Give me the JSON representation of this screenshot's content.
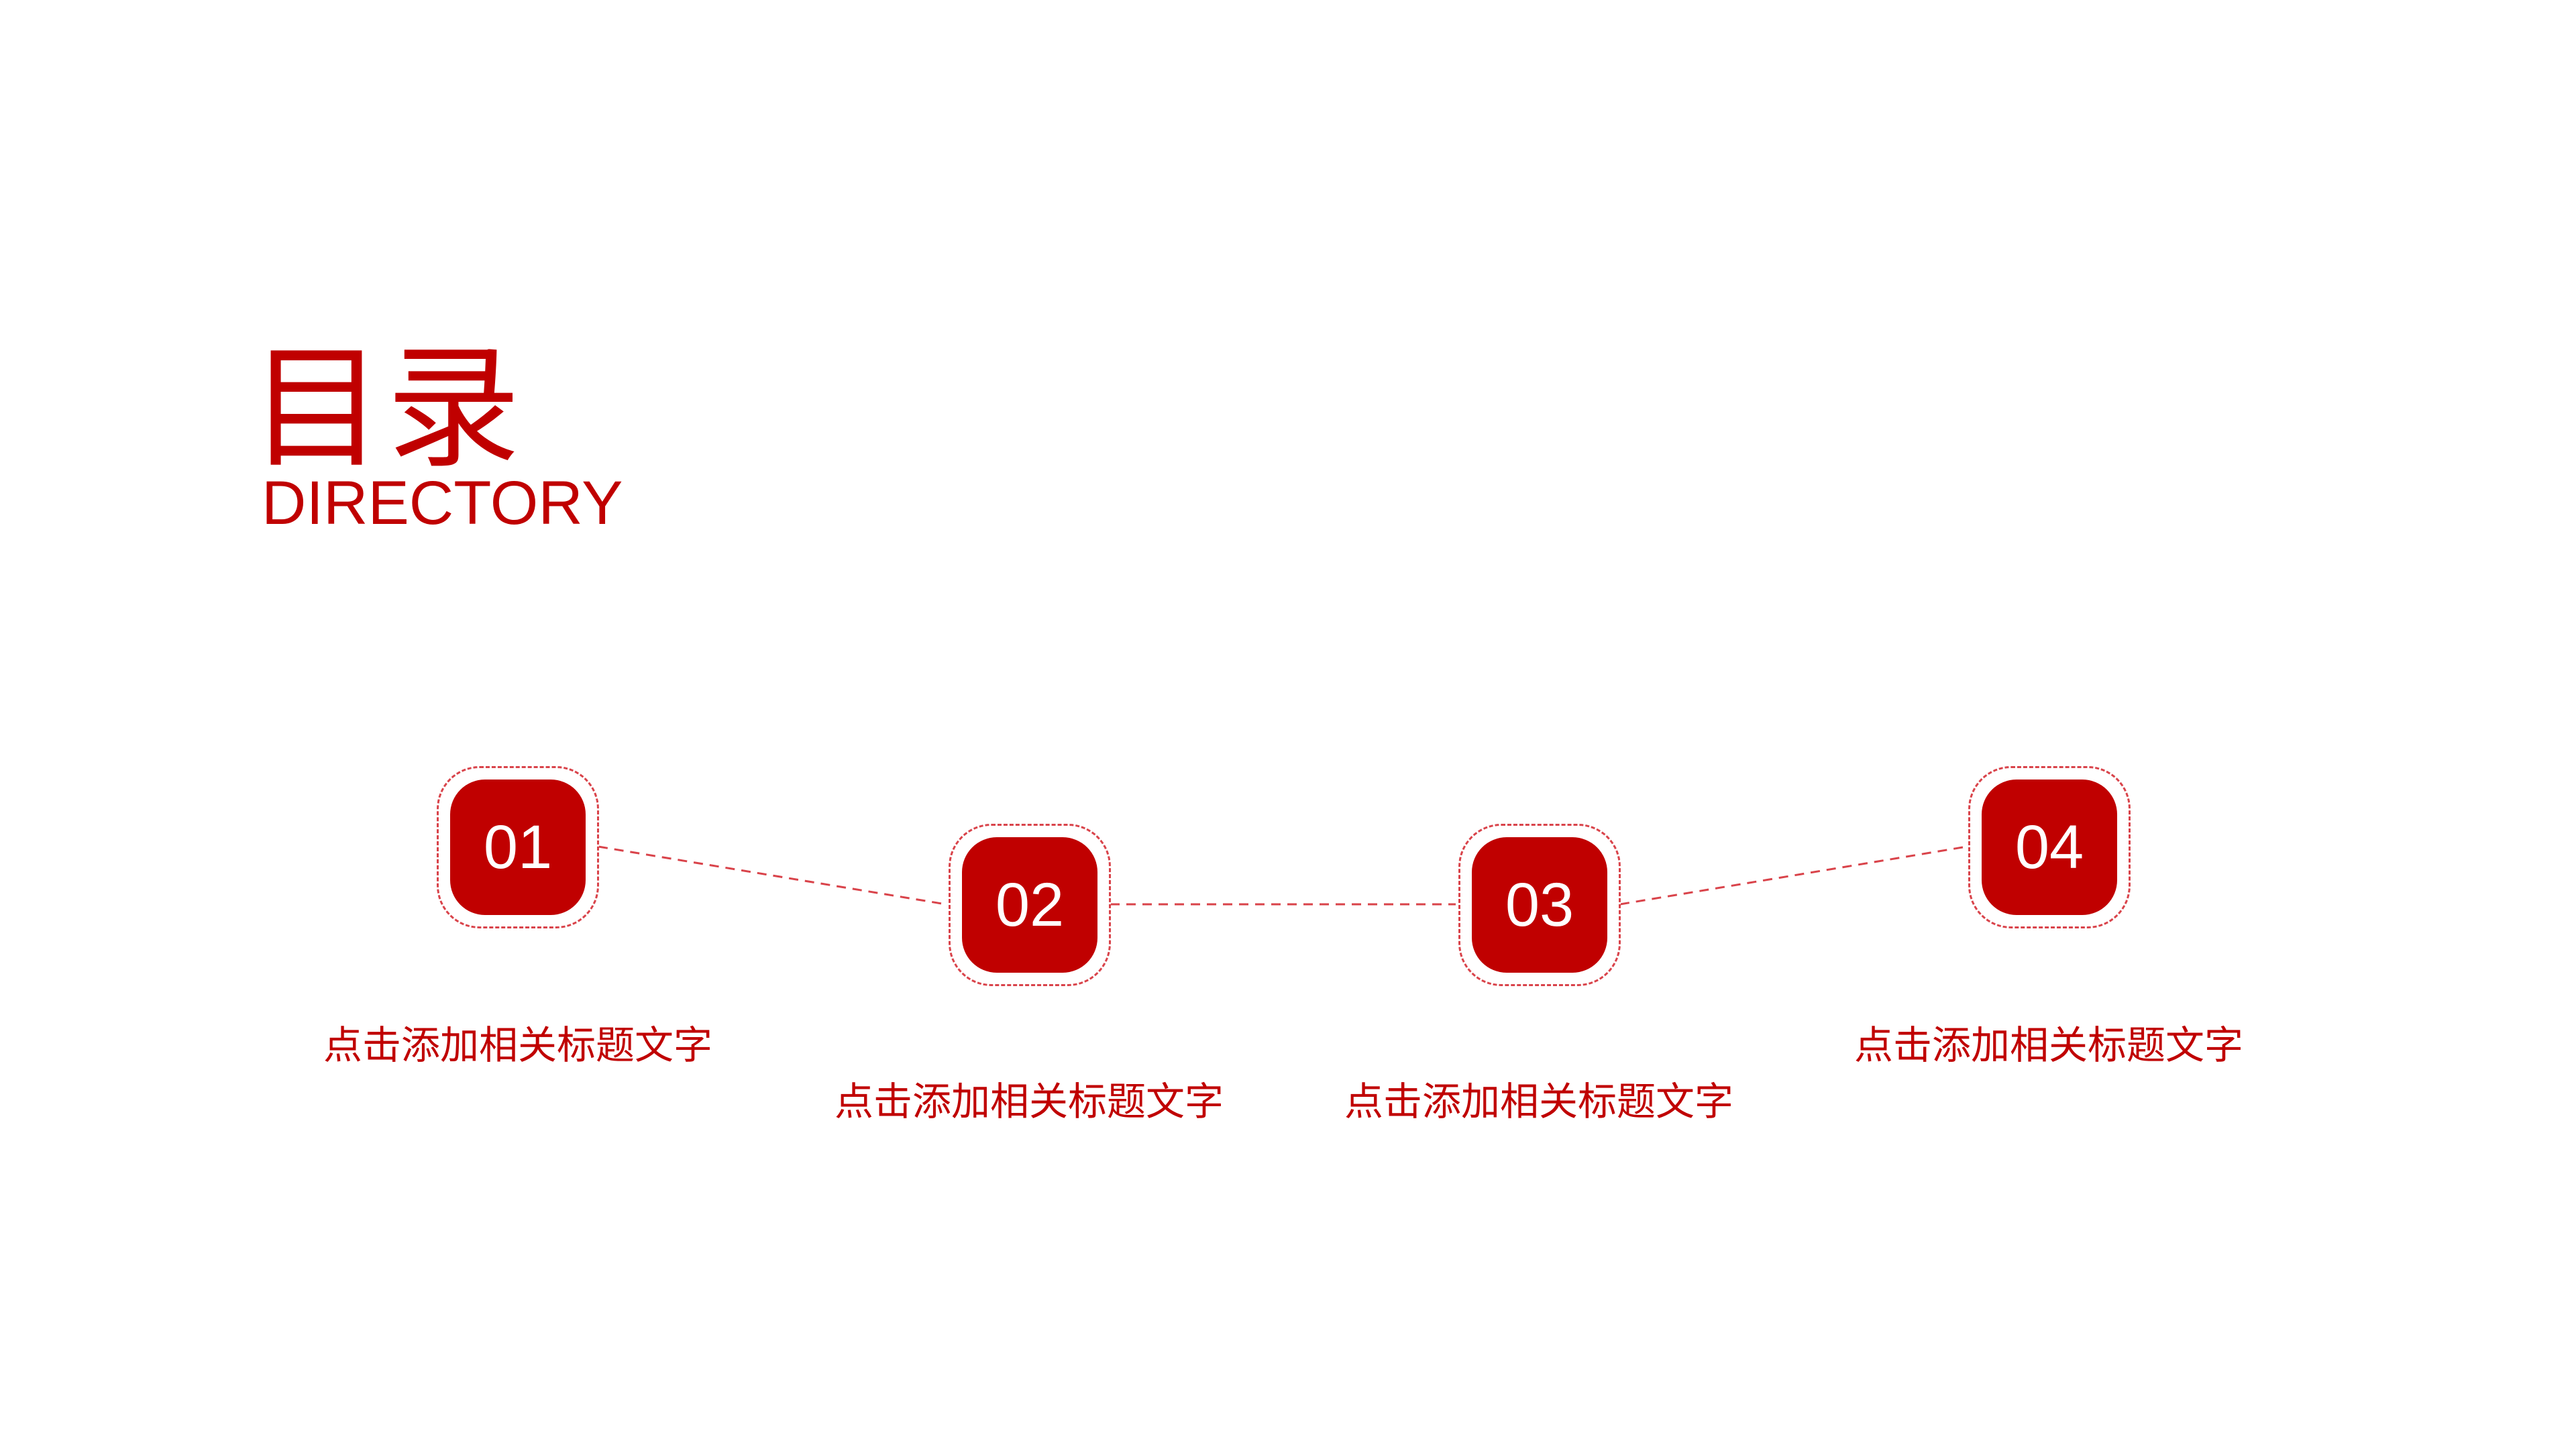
{
  "title": {
    "chinese": "目录",
    "english": "DIRECTORY"
  },
  "items": [
    {
      "number": "01",
      "caption": "点击添加相关标题文字"
    },
    {
      "number": "02",
      "caption": "点击添加相关标题文字"
    },
    {
      "number": "03",
      "caption": "点击添加相关标题文字"
    },
    {
      "number": "04",
      "caption": "点击添加相关标题文字"
    }
  ],
  "colors": {
    "accent": "#c00000",
    "dash": "#d9434a",
    "background": "#ffffff"
  }
}
